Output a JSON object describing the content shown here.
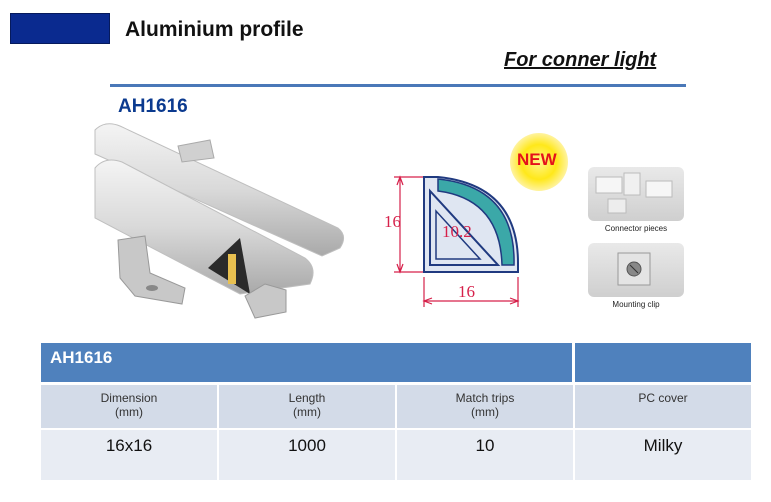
{
  "header": {
    "title": "Aluminium profile",
    "subtitle": "For conner light",
    "model": "AH1616",
    "accent_color": "#0a2a8f"
  },
  "drawing": {
    "height_dim": "16",
    "radius_dim": "10.2",
    "width_dim": "16"
  },
  "badge": {
    "text": "NEW"
  },
  "accessories": [
    {
      "caption": "Connector pieces"
    },
    {
      "caption": "Mounting clip"
    }
  ],
  "table": {
    "title": "AH1616",
    "header_color": "#4f81bd",
    "columns": [
      {
        "label": "Dimension",
        "unit": "(mm)",
        "value": "16x16"
      },
      {
        "label": "Length",
        "unit": "(mm)",
        "value": "1000"
      },
      {
        "label": "Match trips",
        "unit": "(mm)",
        "value": "10"
      },
      {
        "label": "PC cover",
        "unit": "",
        "value": "Milky"
      }
    ]
  }
}
